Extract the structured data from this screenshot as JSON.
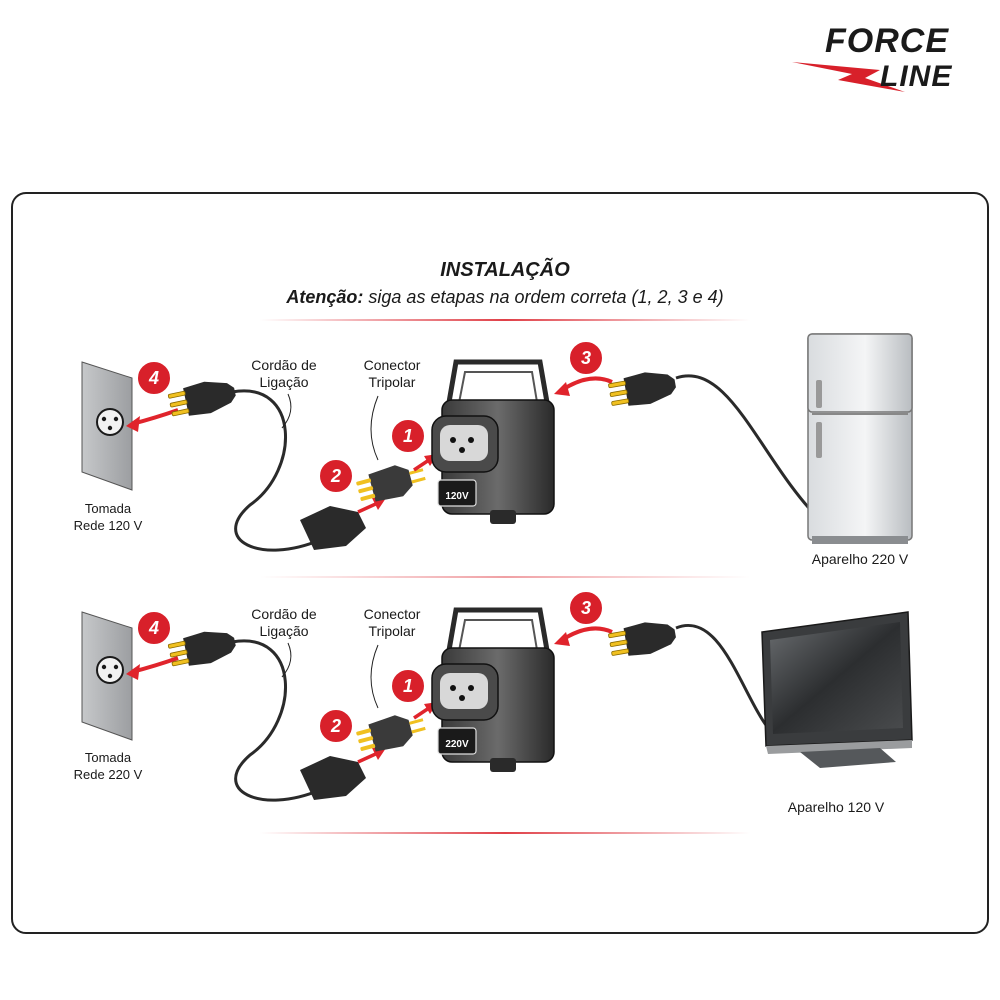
{
  "brand": {
    "line1": "FORCE",
    "line2": "LINE",
    "accent_color": "#d8202a"
  },
  "header": {
    "title": "INSTALAÇÃO",
    "attention_label": "Atenção:",
    "attention_text": " siga as etapas na ordem correta (1, 2, 3 e 4)"
  },
  "steps": {
    "one": "1",
    "two": "2",
    "three": "3",
    "four": "4"
  },
  "top_panel": {
    "outlet_label_line1": "Tomada",
    "outlet_label_line2": "Rede 120 V",
    "cord_label_line1": "Cordão de",
    "cord_label_line2": "Ligação",
    "connector_label_line1": "Conector",
    "connector_label_line2": "Tripolar",
    "transformer_voltage": "120V",
    "appliance_label": "Aparelho 220 V",
    "appliance_icon": "refrigerator-icon"
  },
  "bottom_panel": {
    "outlet_label_line1": "Tomada",
    "outlet_label_line2": "Rede 220 V",
    "cord_label_line1": "Cordão de",
    "cord_label_line2": "Ligação",
    "connector_label_line1": "Conector",
    "connector_label_line2": "Tripolar",
    "transformer_voltage": "220V",
    "appliance_label": "Aparelho 120 V",
    "appliance_icon": "television-icon"
  },
  "colors": {
    "step_badge": "#d8202a",
    "arrow": "#e0242c",
    "frame": "#222222",
    "divider": "#e04048"
  }
}
